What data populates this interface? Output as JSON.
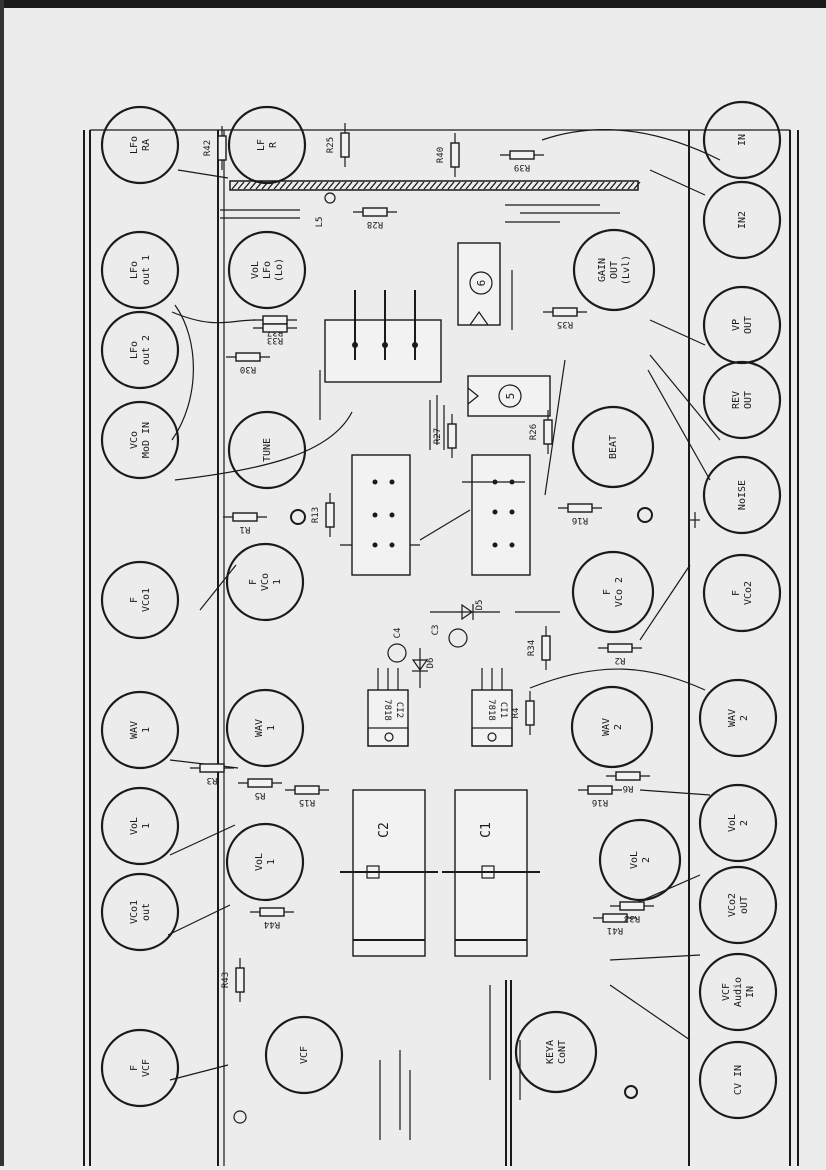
{
  "colors": {
    "paper": "#ececec",
    "ink": "#1a1a1a"
  },
  "jacks_left": [
    {
      "id": "lfo-rate",
      "lines": [
        "LFo",
        "RA"
      ]
    },
    {
      "id": "lfo-out-1",
      "lines": [
        "LFo",
        "out 1"
      ]
    },
    {
      "id": "lfo-out-2",
      "lines": [
        "LFo",
        "out 2"
      ]
    },
    {
      "id": "vco-mod-in",
      "lines": [
        "VCo",
        "MoD IN"
      ]
    },
    {
      "id": "f-vco1",
      "lines": [
        "F",
        "VCo1"
      ]
    },
    {
      "id": "wav-1",
      "lines": [
        "WAV",
        "1"
      ]
    },
    {
      "id": "vol-1",
      "lines": [
        "VoL",
        "1"
      ]
    },
    {
      "id": "vco1-out",
      "lines": [
        "VCo1",
        "out"
      ]
    },
    {
      "id": "f-vcf",
      "lines": [
        "F",
        "VCF"
      ]
    }
  ],
  "pots_mid_left": [
    {
      "id": "lfo",
      "lines": [
        "LF",
        "R"
      ]
    },
    {
      "id": "vol-lfo",
      "lines": [
        "VoL",
        "LFo",
        "(Lo)"
      ]
    },
    {
      "id": "tune",
      "lines": [
        "TUNE"
      ]
    },
    {
      "id": "f-vco-1",
      "lines": [
        "F",
        "VCo",
        "1"
      ]
    },
    {
      "id": "wav-1-pot",
      "lines": [
        "WAV",
        "1"
      ]
    },
    {
      "id": "vol-1-pot",
      "lines": [
        "VoL",
        "1"
      ]
    },
    {
      "id": "vcf",
      "lines": [
        "VCF"
      ]
    }
  ],
  "pots_mid_right": [
    {
      "id": "gain-out",
      "lines": [
        "GAIN",
        "OUT",
        "(Lvl)"
      ]
    },
    {
      "id": "beat",
      "lines": [
        "BEAT"
      ]
    },
    {
      "id": "f-vco-2",
      "lines": [
        "F",
        "VCo 2"
      ]
    },
    {
      "id": "wav-2-pot",
      "lines": [
        "WAV",
        "2"
      ]
    },
    {
      "id": "vol-2-pot",
      "lines": [
        "VoL",
        "2"
      ]
    },
    {
      "id": "keya-cont",
      "lines": [
        "KEYA",
        "CoNT"
      ]
    }
  ],
  "jacks_right": [
    {
      "id": "in",
      "lines": [
        "IN"
      ]
    },
    {
      "id": "in2",
      "lines": [
        "IN2"
      ]
    },
    {
      "id": "vp-out",
      "lines": [
        "VP",
        "OUT"
      ]
    },
    {
      "id": "rev-out",
      "lines": [
        "REV",
        "OUT"
      ]
    },
    {
      "id": "noise",
      "lines": [
        "NoISE"
      ]
    },
    {
      "id": "f-vco2",
      "lines": [
        "F",
        "VCo2"
      ]
    },
    {
      "id": "wav-2",
      "lines": [
        "WAV",
        "2"
      ]
    },
    {
      "id": "vol-2",
      "lines": [
        "VoL",
        "2"
      ]
    },
    {
      "id": "vco2-out",
      "lines": [
        "VCo2",
        "oUT"
      ]
    },
    {
      "id": "vcf-audio-in",
      "lines": [
        "VCF",
        "Audio",
        "IN"
      ]
    },
    {
      "id": "cv-in",
      "lines": [
        "CV IN"
      ]
    }
  ],
  "ics": [
    {
      "id": "ic6",
      "label": "6"
    },
    {
      "id": "ic5",
      "label": "5"
    }
  ],
  "regulators": [
    {
      "id": "reg-ci2",
      "lines": [
        "7818",
        "CI2"
      ]
    },
    {
      "id": "reg-ci1",
      "lines": [
        "7818",
        "CI1"
      ]
    }
  ],
  "capacitors": [
    {
      "id": "c2",
      "label": "C2"
    },
    {
      "id": "c1",
      "label": "C1"
    },
    {
      "id": "c3",
      "label": "C3"
    },
    {
      "id": "c4",
      "label": "C4"
    }
  ],
  "diodes": [
    {
      "id": "d5",
      "label": "D5"
    },
    {
      "id": "d6",
      "label": "D6"
    }
  ],
  "led": {
    "id": "l5",
    "label": "L5"
  },
  "resistors": [
    {
      "id": "r42",
      "label": "R42"
    },
    {
      "id": "r25",
      "label": "R25"
    },
    {
      "id": "r40",
      "label": "R40"
    },
    {
      "id": "r39",
      "label": "R39"
    },
    {
      "id": "r28",
      "label": "R28"
    },
    {
      "id": "r37",
      "label": "R37"
    },
    {
      "id": "r33",
      "label": "R33"
    },
    {
      "id": "r30",
      "label": "R30"
    },
    {
      "id": "r35",
      "label": "R35"
    },
    {
      "id": "r27",
      "label": "R27"
    },
    {
      "id": "r26",
      "label": "R26"
    },
    {
      "id": "r13",
      "label": "R13"
    },
    {
      "id": "r1",
      "label": "R1"
    },
    {
      "id": "r16",
      "label": "R16"
    },
    {
      "id": "r34",
      "label": "R34"
    },
    {
      "id": "r2",
      "label": "R2"
    },
    {
      "id": "r4",
      "label": "R4"
    },
    {
      "id": "r3",
      "label": "R3"
    },
    {
      "id": "r5",
      "label": "R5"
    },
    {
      "id": "r15",
      "label": "R15"
    },
    {
      "id": "r44",
      "label": "R44"
    },
    {
      "id": "r43",
      "label": "R43"
    },
    {
      "id": "r6",
      "label": "R6"
    },
    {
      "id": "r16b",
      "label": "R16"
    },
    {
      "id": "r41",
      "label": "R41"
    },
    {
      "id": "r33b",
      "label": "R33"
    }
  ]
}
